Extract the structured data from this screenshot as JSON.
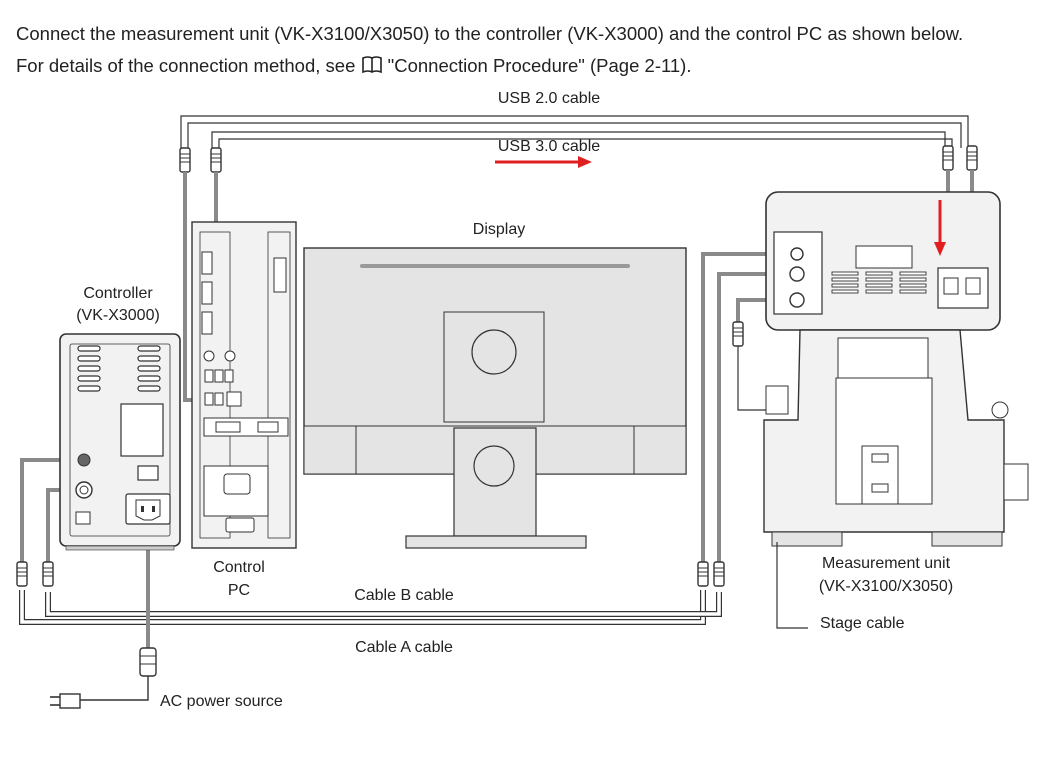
{
  "instructions": {
    "line1": "Connect the measurement unit (VK-X3100/X3050) to the controller (VK-X3000) and the control PC as shown below.",
    "line2_pre": "For details of the connection method, see",
    "line2_link": "\"Connection Procedure\" (Page 2-11).",
    "reference_icon": "book-icon"
  },
  "diagram": {
    "usb2_label": "USB 2.0 cable",
    "usb3_label": "USB 3.0 cable",
    "display_label": "Display",
    "controller_label_line1": "Controller",
    "controller_label_line2": "(VK-X3000)",
    "pc_label_line1": "Control",
    "pc_label_line2": "PC",
    "unit_label_line1": "Measurement unit",
    "unit_label_line2": "(VK-X3100/X3050)",
    "cable_b_label": "Cable B cable",
    "cable_a_label": "Cable A cable",
    "stage_cable_label": "Stage cable",
    "ac_label": "AC power source",
    "colors": {
      "cable_gray": "#8a8a8a",
      "outline": "#333333",
      "device_fill": "#f2f2f2",
      "monitor_fill": "#e4e4e4",
      "accent_red": "#e02020"
    }
  }
}
